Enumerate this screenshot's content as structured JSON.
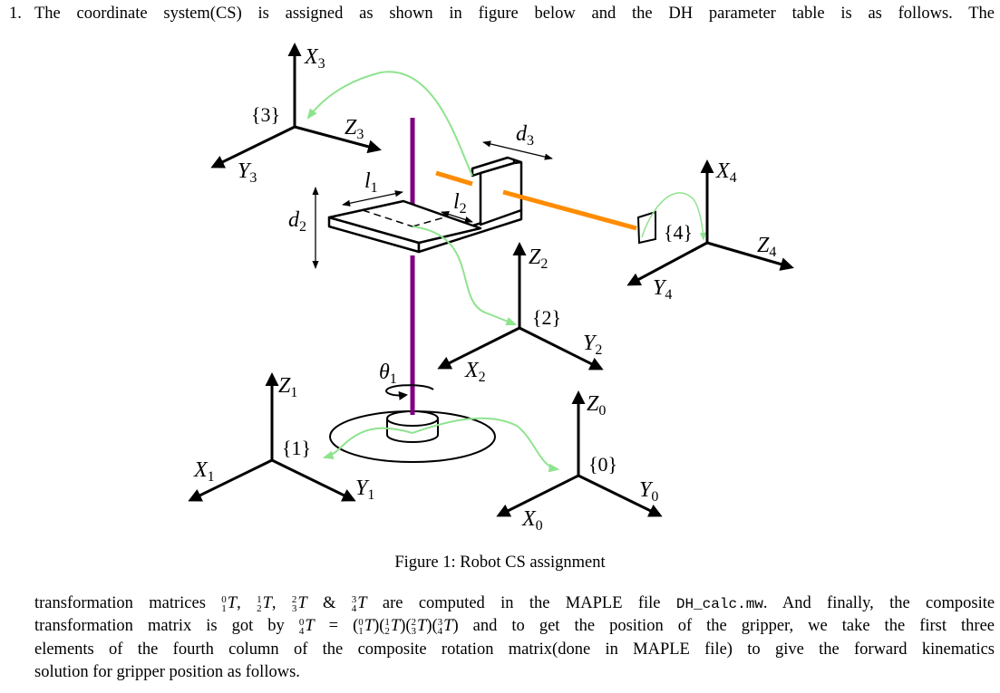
{
  "item_number": "1.",
  "intro_line": "The coordinate system(CS) is assigned as shown in figure below and the DH parameter table is as follows.",
  "intro_trailing": "The",
  "figure": {
    "caption": "Figure 1: Robot CS assignment",
    "frames": [
      {
        "name": "{0}",
        "axes": [
          {
            "b": "X",
            "s": "0"
          },
          {
            "b": "Y",
            "s": "0"
          },
          {
            "b": "Z",
            "s": "0"
          }
        ]
      },
      {
        "name": "{1}",
        "axes": [
          {
            "b": "X",
            "s": "1"
          },
          {
            "b": "Y",
            "s": "1"
          },
          {
            "b": "Z",
            "s": "1"
          }
        ]
      },
      {
        "name": "{2}",
        "axes": [
          {
            "b": "X",
            "s": "2"
          },
          {
            "b": "Y",
            "s": "2"
          },
          {
            "b": "Z",
            "s": "2"
          }
        ]
      },
      {
        "name": "{3}",
        "axes": [
          {
            "b": "X",
            "s": "3"
          },
          {
            "b": "Y",
            "s": "3"
          },
          {
            "b": "Z",
            "s": "3"
          }
        ]
      },
      {
        "name": "{4}",
        "axes": [
          {
            "b": "X",
            "s": "4"
          },
          {
            "b": "Y",
            "s": "4"
          },
          {
            "b": "Z",
            "s": "4"
          }
        ]
      }
    ],
    "dims": {
      "d2": {
        "b": "d",
        "s": "2"
      },
      "d3": {
        "b": "d",
        "s": "3"
      },
      "l1": {
        "b": "l",
        "s": "1"
      },
      "l2": {
        "b": "l",
        "s": "2"
      },
      "theta1": {
        "b": "θ",
        "s": "1"
      }
    },
    "colors": {
      "rod": "#800080",
      "arm": "#ff8c00",
      "mapping": "#8fe38f"
    }
  },
  "paragraph": {
    "t1": "transformation matrices",
    "m": [
      {
        "sup": "0",
        "sub": "1"
      },
      {
        "sup": "1",
        "sub": "2"
      },
      {
        "sup": "2",
        "sub": "3"
      },
      {
        "sup": "3",
        "sub": "4"
      }
    ],
    "T": "T",
    "amp": "&",
    "t2": "are computed in the MAPLE file",
    "file": "DH_calc.mw",
    "t3": ". And finally, the composite",
    "t4": "transformation matrix is got by",
    "composite": {
      "sup": "0",
      "sub": "4"
    },
    "t5": "and to get the position of the gripper, we take the first three",
    "line3": "elements of the fourth column of the composite rotation matrix(done in MAPLE file) to give the forward kinematics",
    "line4": "solution for gripper position as follows."
  }
}
